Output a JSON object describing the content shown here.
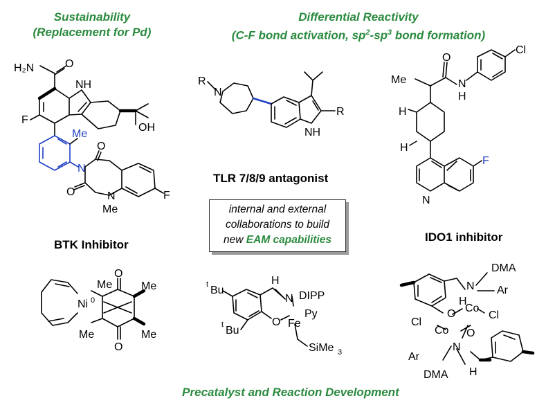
{
  "headers": {
    "left_line1": "Sustainability",
    "left_line2": "(Replacement for Pd)",
    "right_line1": "Differential Reactivity",
    "right_line2_pre": "(C-F bond activation, sp",
    "right_line2_sup1": "2",
    "right_line2_mid": "-sp",
    "right_line2_sup2": "3",
    "right_line2_post": " bond formation)"
  },
  "captions": {
    "btk": "BTK Inhibitor",
    "tlr": "TLR 7/8/9 antagonist",
    "ido1": "IDO1 inhibitor",
    "footer": "Precatalyst and Reaction Development"
  },
  "center_box": {
    "line1": "internal and external",
    "line2": "collaborations to build",
    "line3_pre": "new ",
    "line3_highlight": "EAM capabilities"
  },
  "atoms": {
    "btk_amide_n": "H₂N",
    "btk_amide_o": "O",
    "btk_nh": "NH",
    "btk_f1": "F",
    "btk_oh": "OH",
    "btk_me": "Me",
    "btk_n1": "N",
    "btk_o1": "O",
    "btk_o2": "O",
    "btk_n2": "N",
    "btk_nme": "Me",
    "btk_f2": "F",
    "tlr_r1": "R",
    "tlr_n": "N",
    "tlr_r2": "R",
    "tlr_nh": "NH",
    "ido_cl": "Cl",
    "ido_me": "Me",
    "ido_o": "O",
    "ido_nh": "H",
    "ido_nh2": "N",
    "ido_h1": "H",
    "ido_h2": "H",
    "ido_f": "F",
    "ido_nq": "N",
    "ni_label": "Ni",
    "ni_sup": "0",
    "ni_me1": "Me",
    "ni_me2": "Me",
    "ni_me3": "Me",
    "ni_me4": "Me",
    "ni_o1": "O",
    "ni_o2": "O",
    "fe_tbu1": "Bu",
    "fe_tbu2": "Bu",
    "fe_t": "t",
    "fe_h": "H",
    "fe_n": "N",
    "fe_dipp": "DIPP",
    "fe_py": "Py",
    "fe_o": "O",
    "fe_fe": "Fe",
    "fe_sime3": "SiMe",
    "fe_sub3": "3",
    "co_h1": "H",
    "co_dma1": "DMA",
    "co_n1": "N",
    "co_ar1": "Ar",
    "co_o1": "O",
    "co_co1": "Co",
    "co_cl1": "Cl",
    "co_cl2": "Cl",
    "co_co2": "Co",
    "co_o2": "O",
    "co_n2": "N",
    "co_ar2": "Ar",
    "co_dma2": "DMA",
    "co_h2": "H"
  },
  "colors": {
    "accent_green": "#2a8a3e",
    "highlight_blue": "#1f3fc4",
    "box_shadow": "#9a9a9a"
  }
}
